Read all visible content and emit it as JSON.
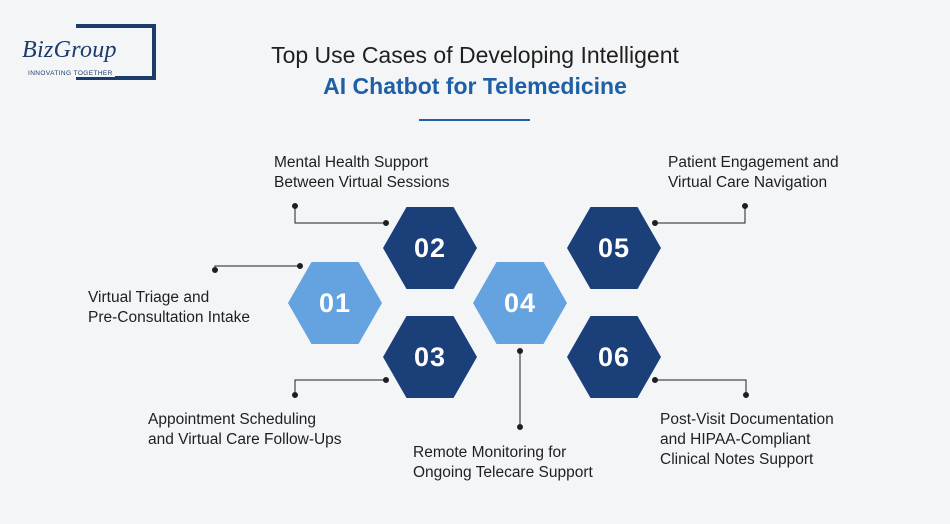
{
  "logo": {
    "name": "BizGroup",
    "tagline": "INNOVATING TOGETHER"
  },
  "header": {
    "title_line1": "Top Use Cases of Developing Intelligent",
    "title_line2": "AI Chatbot for Telemedicine"
  },
  "colors": {
    "dark_hex": "#1b3f78",
    "light_hex": "#64a3e0",
    "accent": "#1e5fa5"
  },
  "items": [
    {
      "number": "01",
      "line1": "Virtual Triage and",
      "line2": "Pre-Consultation Intake"
    },
    {
      "number": "02",
      "line1": "Mental Health Support",
      "line2": "Between Virtual Sessions"
    },
    {
      "number": "03",
      "line1": "Appointment Scheduling",
      "line2": "and Virtual Care Follow-Ups"
    },
    {
      "number": "04",
      "line1": "Remote Monitoring for",
      "line2": "Ongoing Telecare Support"
    },
    {
      "number": "05",
      "line1": "Patient Engagement and",
      "line2": "Virtual Care Navigation"
    },
    {
      "number": "06",
      "line1": "Post-Visit Documentation",
      "line2": "and HIPAA-Compliant",
      "line3": "Clinical Notes Support"
    }
  ]
}
